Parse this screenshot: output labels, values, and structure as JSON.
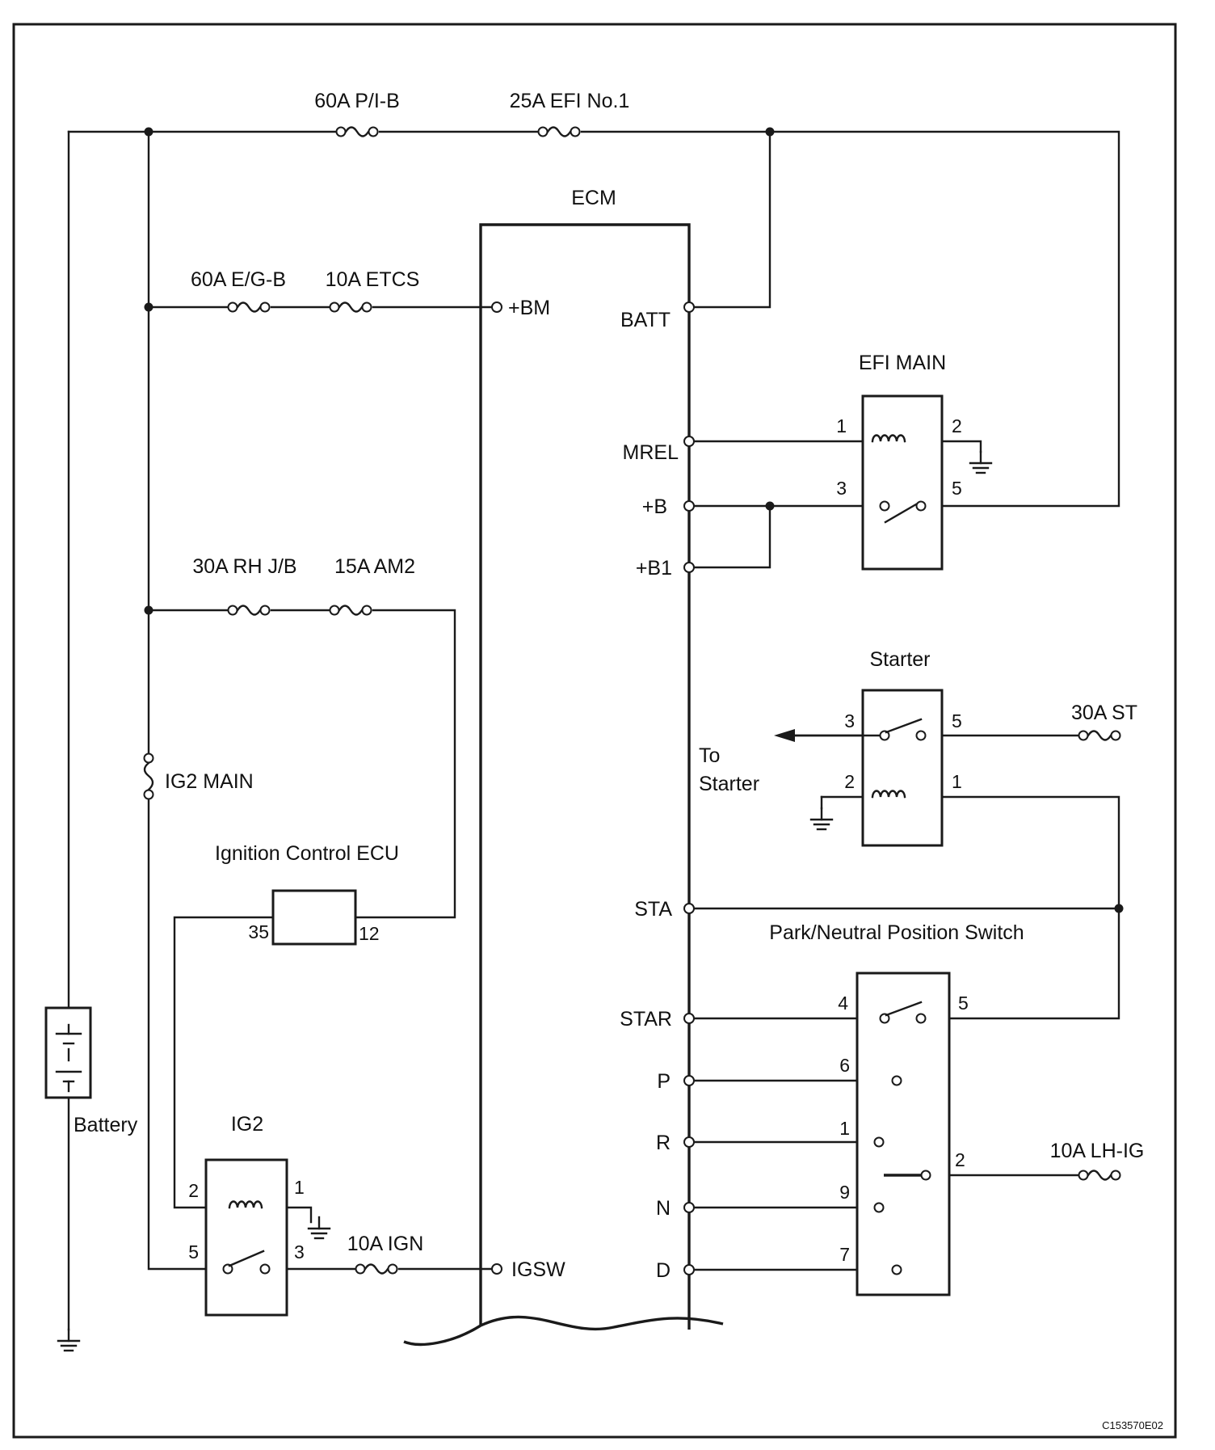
{
  "diagram": {
    "ecm": {
      "title": "ECM",
      "left_pins": [
        "+BM",
        "IGSW"
      ],
      "right_pins": [
        "BATT",
        "MREL",
        "+B",
        "+B1",
        "STA",
        "STAR",
        "P",
        "R",
        "N",
        "D"
      ]
    },
    "fuses": [
      "60A P/I-B",
      "25A EFI No.1",
      "60A E/G-B",
      "10A ETCS",
      "30A RH J/B",
      "15A  AM2",
      "IG2 MAIN",
      "10A IGN",
      "30A ST",
      "10A LH-IG"
    ],
    "relays": {
      "efi_main": {
        "title": "EFI MAIN",
        "pins": [
          "1",
          "2",
          "3",
          "5"
        ]
      },
      "starter": {
        "title": "Starter",
        "pins": [
          "3",
          "5",
          "2",
          "1"
        ]
      },
      "ig2": {
        "title": "IG2",
        "pins": [
          "2",
          "1",
          "5",
          "3"
        ]
      }
    },
    "ignition_ecu": {
      "title": "Ignition Control ECU",
      "pins": [
        "35",
        "12"
      ]
    },
    "pnp_switch": {
      "title": "Park/Neutral Position Switch",
      "pins": [
        "4",
        "5",
        "6",
        "1",
        "9",
        "7",
        "2"
      ]
    },
    "battery": "Battery",
    "to_starter": [
      "To",
      "Starter"
    ],
    "ref_code": "C153570E02"
  }
}
